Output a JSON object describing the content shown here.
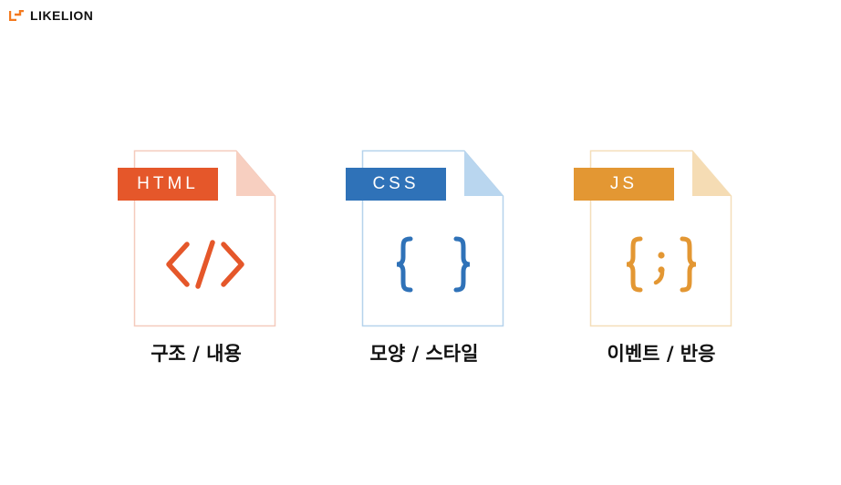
{
  "brand": {
    "name": "LIKELION",
    "logo_color": "#f47a20"
  },
  "cards": [
    {
      "id": "html",
      "badge": "HTML",
      "caption": "구조 / 내용",
      "symbol_icon": "code-brackets-icon",
      "accent": "#e5572a",
      "outline": "#f4cbbd",
      "fold": "#f7cfc0"
    },
    {
      "id": "css",
      "badge": "CSS",
      "caption": "모양 / 스타일",
      "symbol_icon": "curly-braces-icon",
      "accent": "#2f72b8",
      "outline": "#b6d3ec",
      "fold": "#b9d6ef"
    },
    {
      "id": "js",
      "badge": "JS",
      "caption": "이벤트 / 반응",
      "symbol_icon": "curly-braces-semicolon-icon",
      "accent": "#e39733",
      "outline": "#f4deb9",
      "fold": "#f5dcb4"
    }
  ]
}
